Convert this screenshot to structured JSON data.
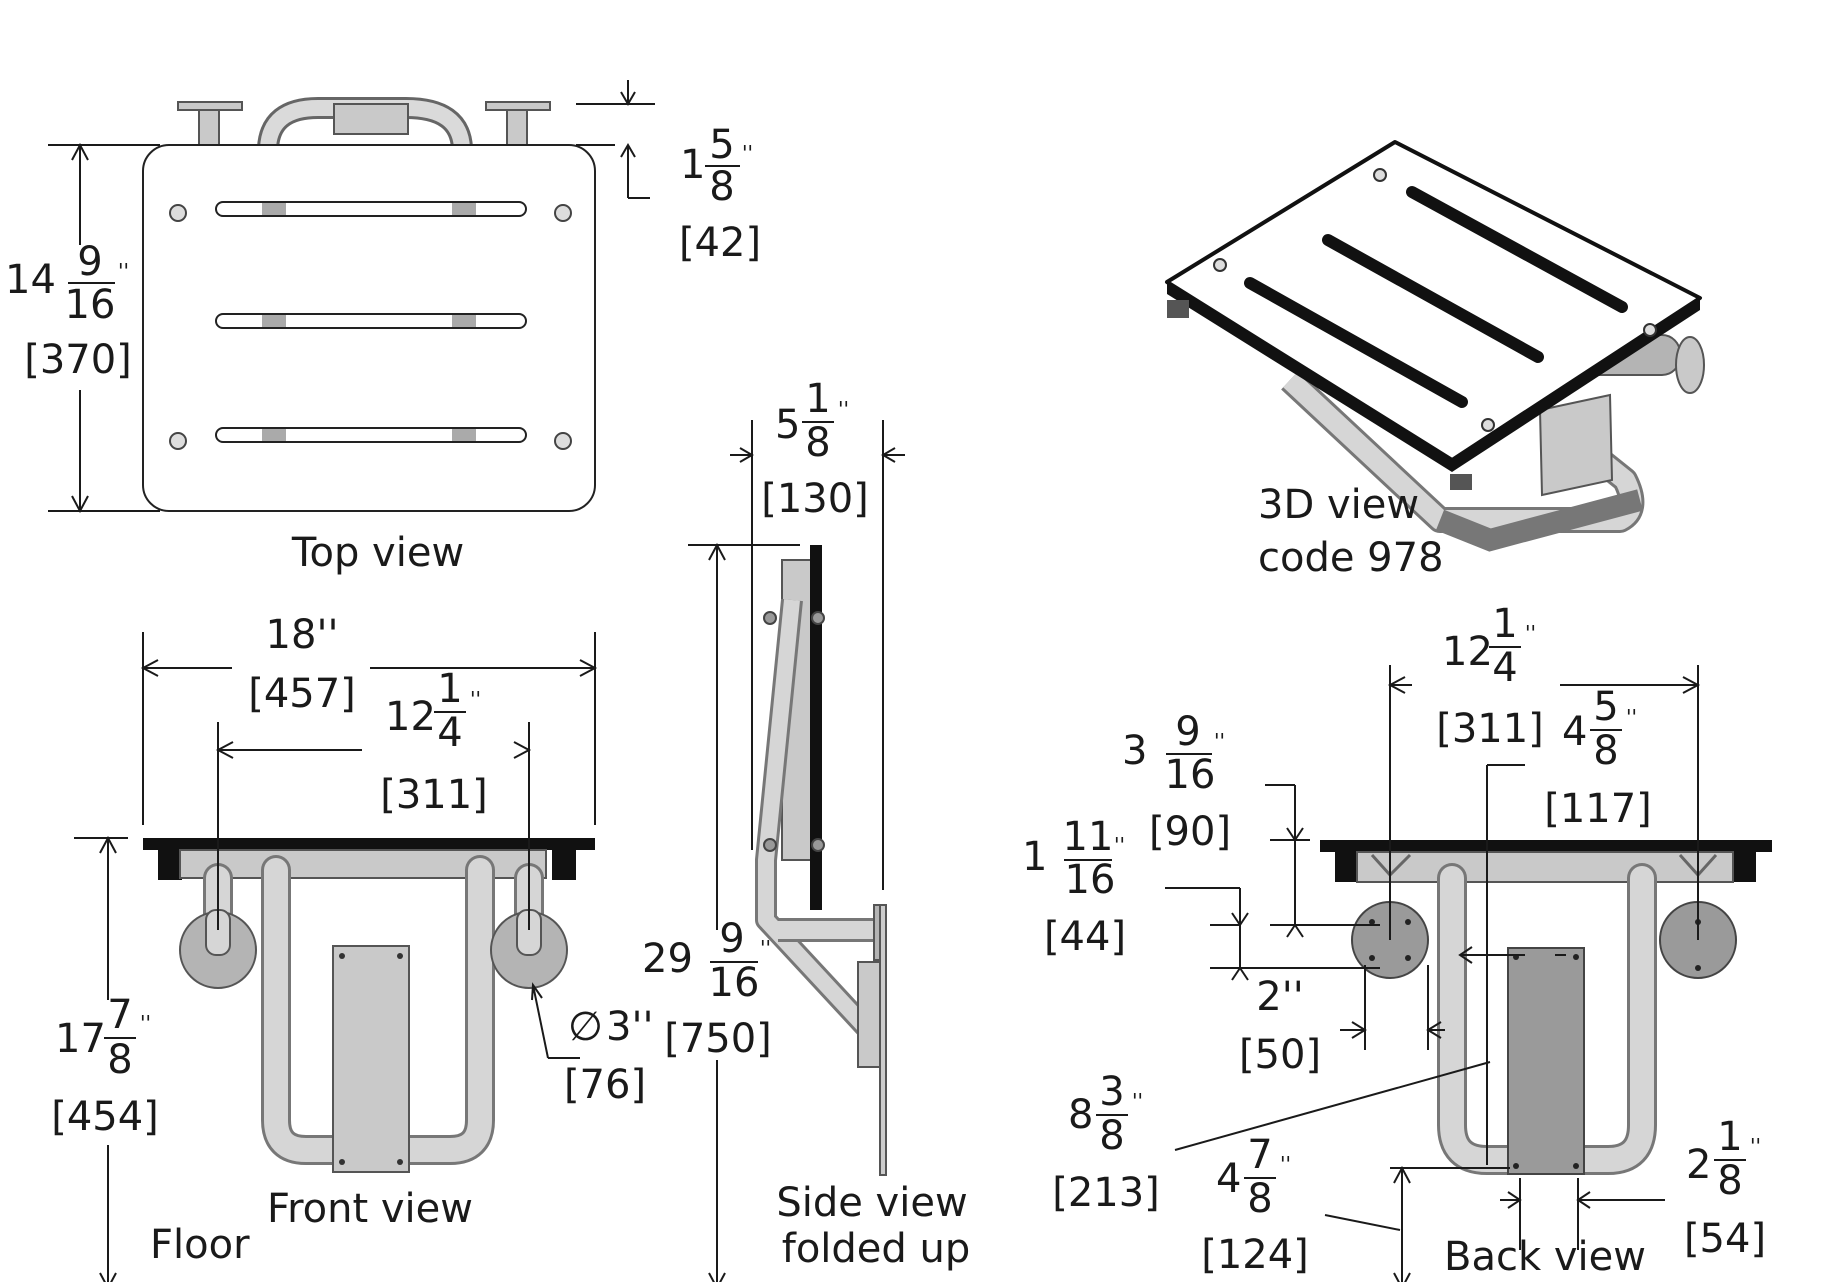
{
  "views": {
    "top": "Top view",
    "front": "Front view",
    "side_line1": "Side view",
    "side_line2": "folded up",
    "iso_line1": "3D view",
    "iso_line2": "code 978",
    "back": "Back view",
    "floor": "Floor"
  },
  "dimensions": {
    "top_bracket": {
      "whole": "1",
      "num": "5",
      "den": "8",
      "inch": "''",
      "mm": "[42]"
    },
    "top_depth": {
      "whole": "14",
      "num": "9",
      "den": "16",
      "inch": "''",
      "mm": "[370]"
    },
    "front_width": {
      "text": "18''",
      "mm": "[457]"
    },
    "front_spacing": {
      "whole": "12",
      "num": "1",
      "den": "4",
      "inch": "''",
      "mm": "[311]"
    },
    "front_height": {
      "whole": "17",
      "num": "7",
      "den": "8",
      "inch": "''",
      "mm": "[454]"
    },
    "flange_dia": {
      "symbol": "∅",
      "text": "3''",
      "mm": "[76]"
    },
    "side_depth": {
      "whole": "5",
      "num": "1",
      "den": "8",
      "inch": "''",
      "mm": "[130]"
    },
    "side_height": {
      "whole": "29",
      "num": "9",
      "den": "16",
      "inch": "''",
      "mm": "[750]"
    },
    "back_spacing": {
      "whole": "12",
      "num": "1",
      "den": "4",
      "inch": "''",
      "mm": "[311]"
    },
    "back_offset": {
      "whole": "4",
      "num": "5",
      "den": "8",
      "inch": "''",
      "mm": "[117]"
    },
    "back_flange_v": {
      "whole": "3",
      "num": "9",
      "den": "16",
      "inch": "''",
      "mm": "[90]"
    },
    "back_flange_h": {
      "whole": "1",
      "num": "11",
      "den": "16",
      "inch": "''",
      "mm": "[44]"
    },
    "back_flange_dia": {
      "text": "2''",
      "mm": "[50]"
    },
    "back_plate_w": {
      "whole": "8",
      "num": "3",
      "den": "8",
      "inch": "''",
      "mm": "[213]"
    },
    "back_plate_h": {
      "whole": "4",
      "num": "7",
      "den": "8",
      "inch": "''",
      "mm": "[124]"
    },
    "back_plate_gap": {
      "whole": "2",
      "num": "1",
      "den": "8",
      "inch": "''",
      "mm": "[54]"
    }
  }
}
